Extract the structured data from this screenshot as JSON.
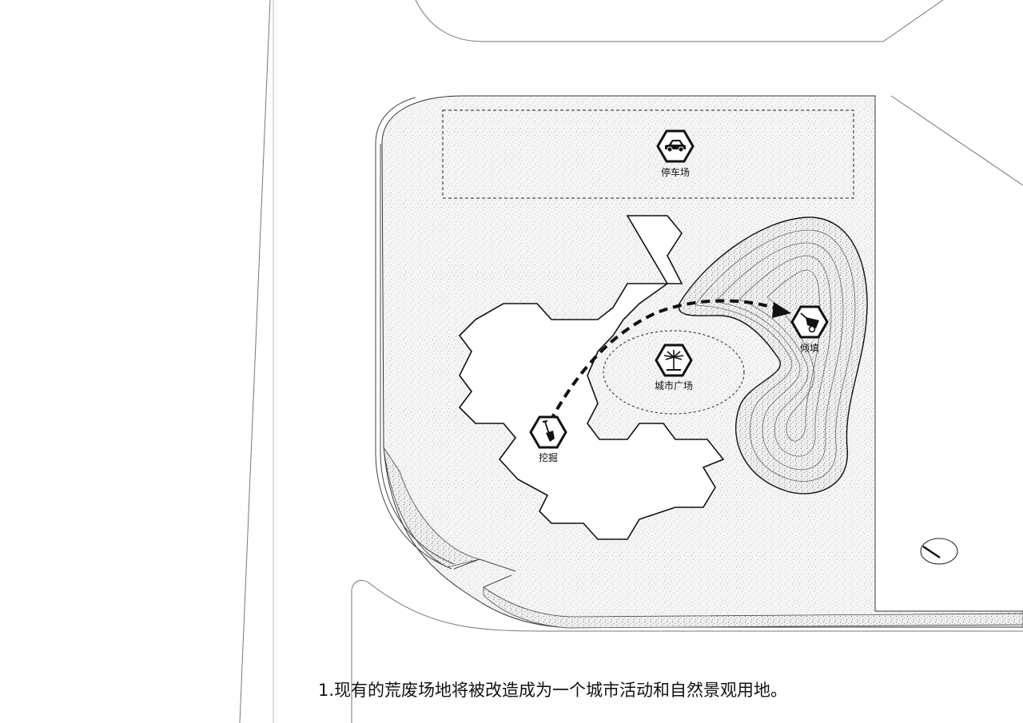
{
  "zones": {
    "parking": {
      "label": "停车场",
      "icon": "car-icon"
    },
    "excavation": {
      "label": "挖掘",
      "icon": "shovel-icon"
    },
    "plaza": {
      "label": "城市广场",
      "icon": "palm-tree-icon"
    },
    "fill": {
      "label": "倾填",
      "icon": "wheelbarrow-icon"
    }
  },
  "caption": "1.现有的荒废场地将被改造成为一个城市活动和自然景观用地。",
  "colors": {
    "line": "#111111",
    "ground": "#f3f3f3",
    "stipple": "#8a8a8a",
    "paper": "#ffffff"
  }
}
